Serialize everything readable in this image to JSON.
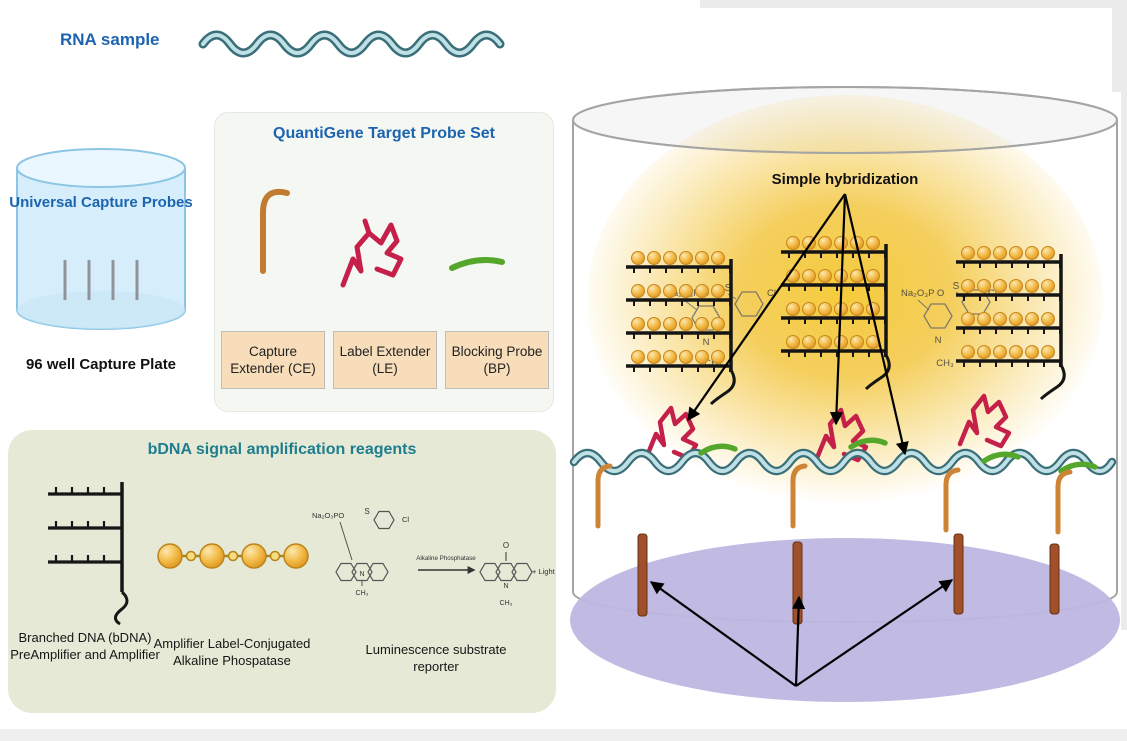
{
  "rna_sample": {
    "label": "RNA sample"
  },
  "capture_plate": {
    "title": "Universal Capture Probes",
    "caption": "96 well Capture Plate"
  },
  "probe_set": {
    "title": "QuantiGene Target Probe Set",
    "items": [
      {
        "label": "Capture Extender (CE)"
      },
      {
        "label": "Label Extender (LE)"
      },
      {
        "label": "Blocking Probe (BP)"
      }
    ]
  },
  "bdna_reagents": {
    "title": "bDNA signal amplification reagents",
    "captions": [
      "Branched DNA (bDNA) PreAmplifier and Amplifier",
      "Amplifier Label-Conjugated Alkaline Phospatase",
      "Luminescence substrate reporter"
    ],
    "reaction": {
      "phosphate": "Na₂O₃PO",
      "sulfur": "S",
      "chloride": "Cl",
      "nitrogen": "N",
      "methyl": "CH₃",
      "oxygen": "O",
      "enzyme": "Alkaline Phosphatase",
      "product": "+ Light"
    }
  },
  "hybridization": {
    "title": "Simple hybridization",
    "chem": {
      "phosphate": "Na₂O₃P O",
      "sulfur": "S",
      "chloride": "Cl",
      "nitrogen": "N",
      "methyl": "CH₃"
    }
  },
  "colors": {
    "heading_blue": "#1d64b0",
    "heading_teal": "#1f7e8e",
    "capture_extender_orange": "#c98434",
    "label_extender_red": "#c5204a",
    "blocking_probe_green": "#55a72c",
    "amplifier_yellow": "#f0b42c",
    "capture_probe_brown": "#a0512b",
    "plate_purple": "#beb6e0",
    "glow_yellow": "#f5c832",
    "rna_teal": "#3a6e79"
  }
}
